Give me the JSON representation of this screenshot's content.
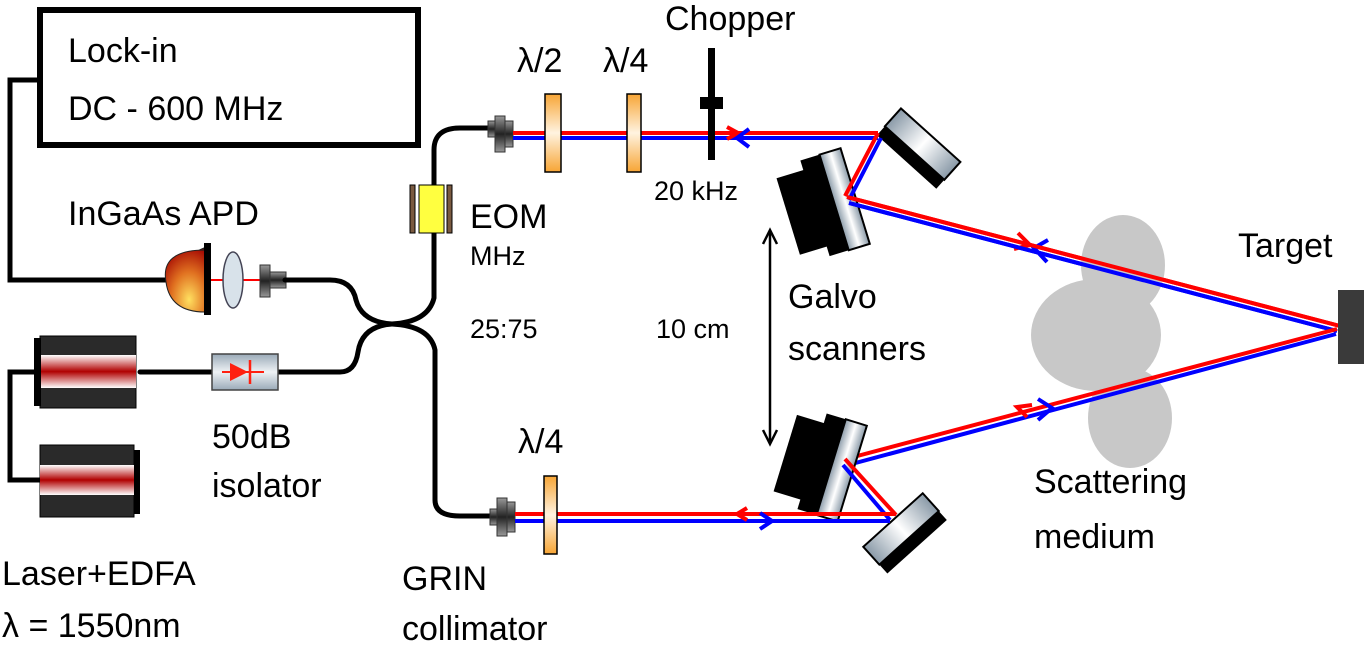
{
  "diagram": {
    "lockin": {
      "line1": "Lock-in",
      "line2": "DC - 600 MHz"
    },
    "detector": {
      "label": "InGaAs APD"
    },
    "eom": {
      "label": "EOM",
      "sublabel": "MHz"
    },
    "coupler": {
      "label": "25:75"
    },
    "isolator": {
      "line1": "50dB",
      "line2": "isolator"
    },
    "laser": {
      "line1": "Laser+EDFA",
      "line2": "λ = 1550nm"
    },
    "collimator": {
      "line1": "GRIN",
      "line2": "collimator"
    },
    "waveplates": {
      "half": "λ/2",
      "quarter_top": "λ/4",
      "quarter_bottom": "λ/4"
    },
    "chopper": {
      "label": "Chopper",
      "freq": "20 kHz"
    },
    "distance": {
      "label": "10 cm"
    },
    "galvo": {
      "line1": "Galvo",
      "line2": "scanners"
    },
    "target": {
      "label": "Target"
    },
    "medium": {
      "line1": "Scattering",
      "line2": "medium"
    },
    "colors": {
      "forward_beam": "#ff0000",
      "return_beam": "#0000ff",
      "waveplate": "#f7a535",
      "eom": "#ffff40",
      "medium": "#c8c8c8",
      "target": "#3a3a3a"
    }
  }
}
